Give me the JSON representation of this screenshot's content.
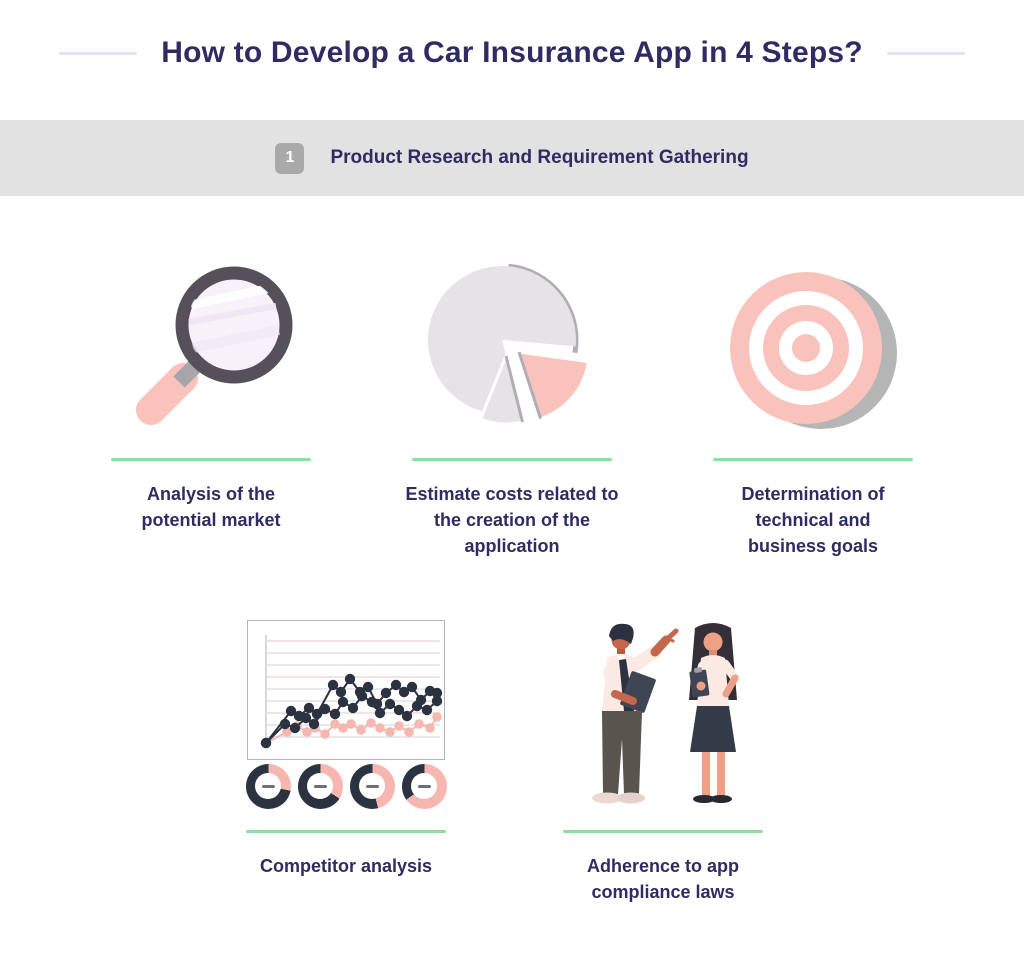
{
  "header": {
    "title": "How to Develop a Car Insurance App in 4 Steps?"
  },
  "step_banner": {
    "number": "1",
    "title": "Product Research and Requirement Gathering"
  },
  "steps": [
    {
      "icon": "magnifier-icon",
      "label": "Analysis of the potential market"
    },
    {
      "icon": "pie-chart-icon",
      "label": "Estimate costs related to the creation of the application"
    },
    {
      "icon": "target-icon",
      "label": "Determination of technical and business goals"
    },
    {
      "icon": "line-chart-card-icon",
      "label": "Competitor analysis"
    },
    {
      "icon": "people-discussion-icon",
      "label": "Adherence to app compliance laws"
    }
  ],
  "illustration": {
    "donut_pink_percents": [
      28,
      34,
      46,
      65
    ]
  },
  "colors": {
    "navy_text": "#2e2c62",
    "banner_bg": "#e2e2e2",
    "badge_gray": "#a9a9a9",
    "accent_green": "#8edda4",
    "accent_pink": "#f6b7b0",
    "illustration_dark": "#2b3240"
  }
}
